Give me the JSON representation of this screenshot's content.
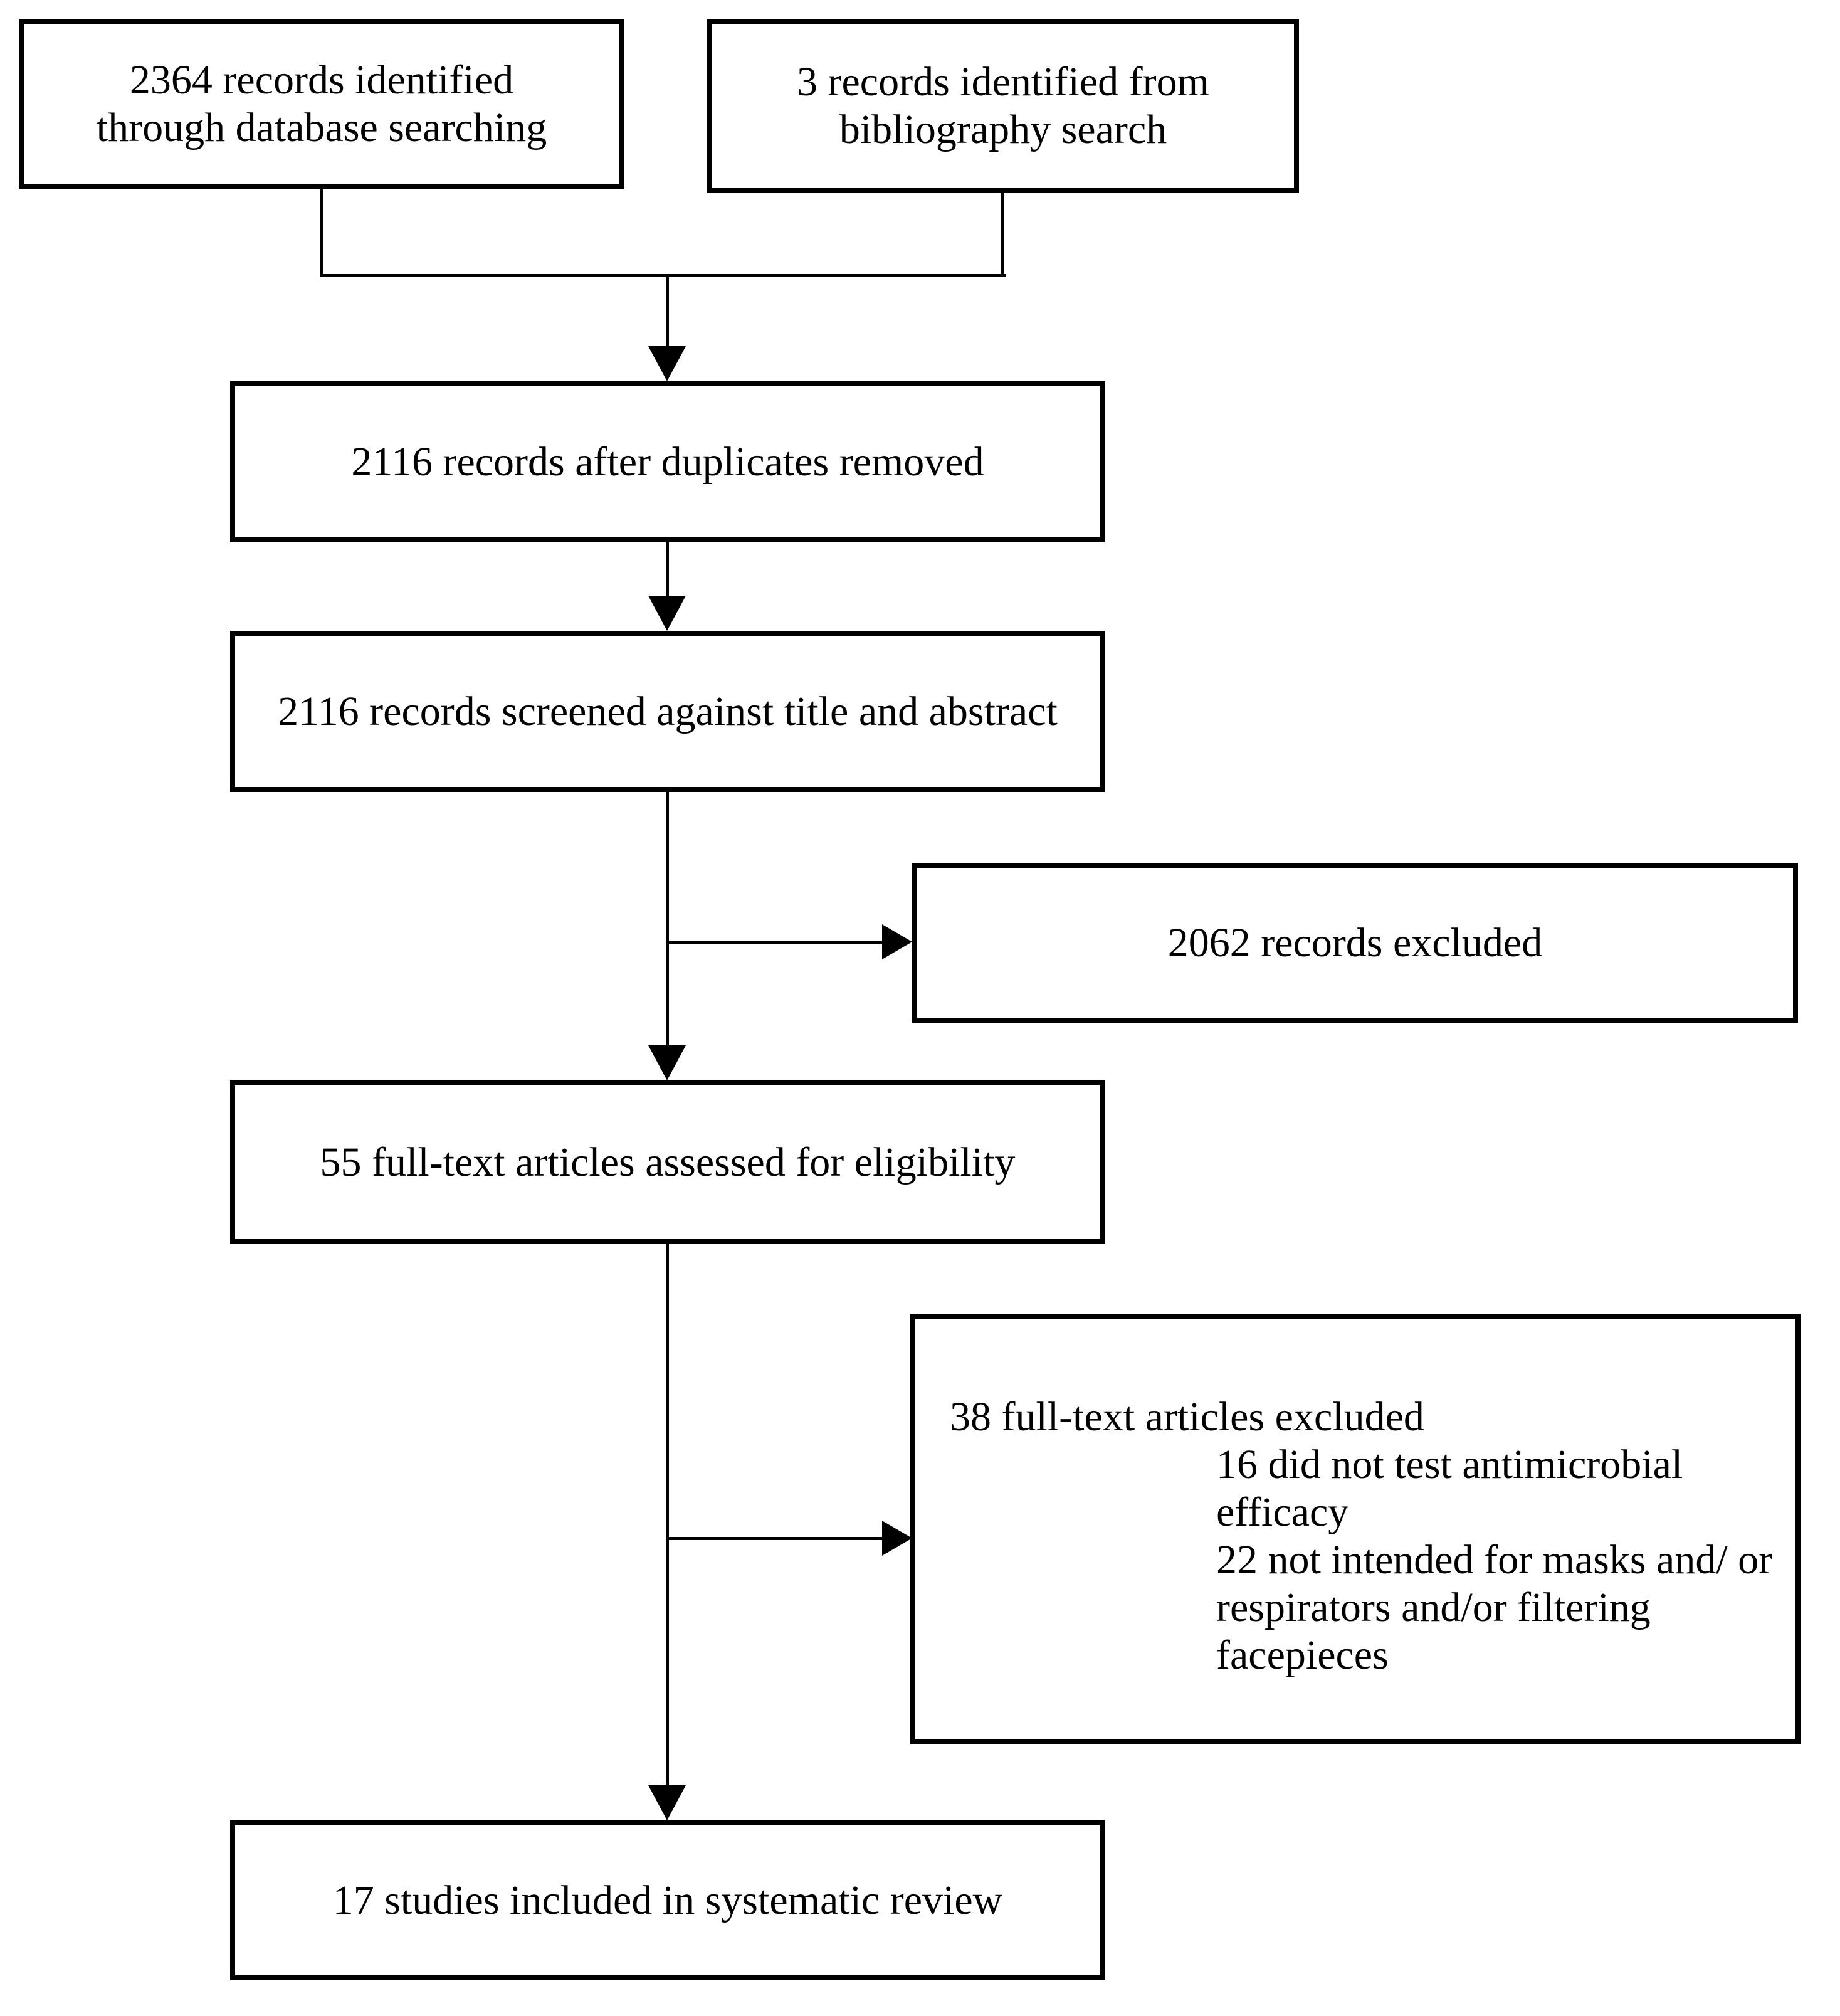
{
  "diagram": {
    "type": "prisma-flowchart",
    "colors": {
      "line": "#000000",
      "background": "#ffffff",
      "text": "#000000"
    },
    "boxes": {
      "identified_database": "2364 records identified\nthrough database searching",
      "identified_bibliography": "3 records identified from\nbibliography search",
      "after_duplicates": "2116 records after duplicates removed",
      "screened_title_abstract": "2116 records screened against title and abstract",
      "records_excluded": "2062 records excluded",
      "fulltext_assessed": "55 full-text articles assessed for eligibility",
      "fulltext_excluded_lines": [
        "38 full-text articles excluded",
        "16 did not test antimicrobial",
        "efficacy",
        "22 not intended for masks and/ or",
        "respirators and/or filtering",
        "facepieces"
      ],
      "included_review": "17 studies included in systematic review"
    }
  }
}
